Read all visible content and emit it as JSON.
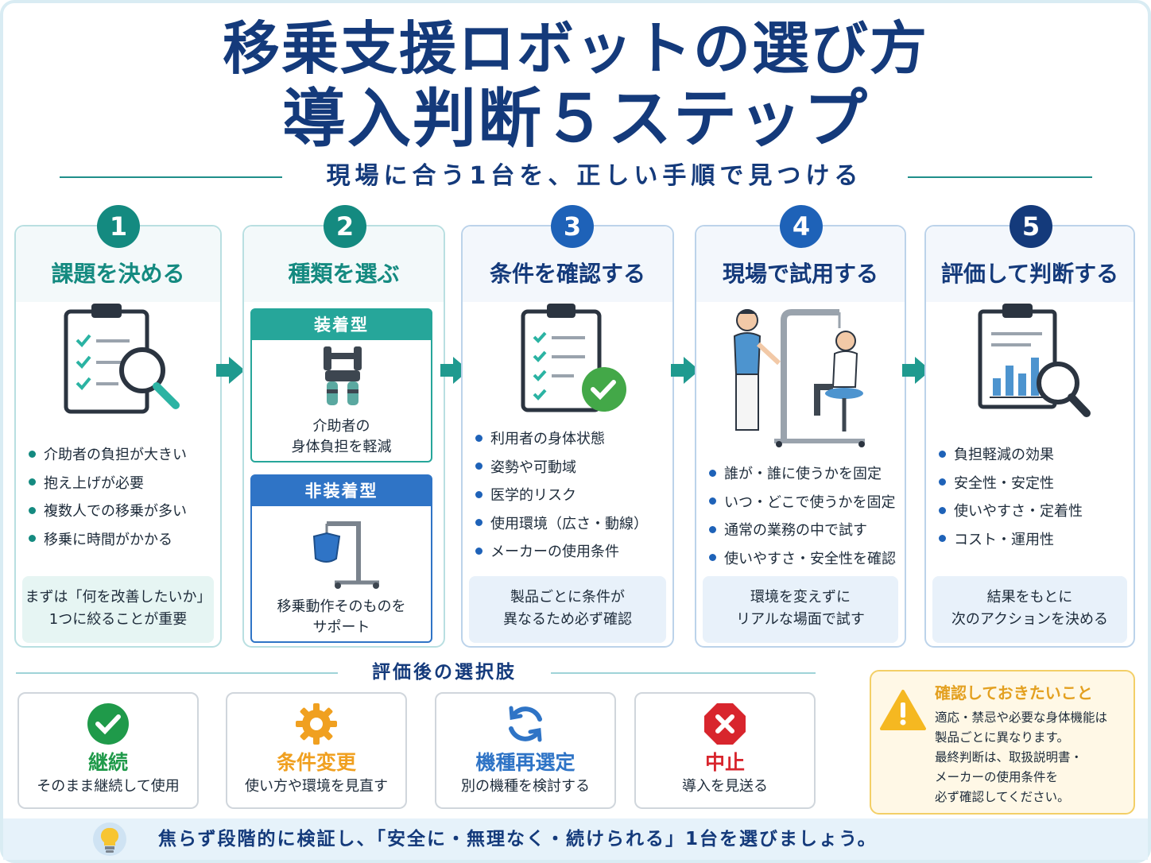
{
  "title": {
    "line1": "移乗支援ロボットの選び方",
    "line2": "導入判断５ステップ"
  },
  "subtitle": "現場に合う1台を、正しい手順で見つける",
  "steps": [
    {
      "number": "1",
      "title": "課題を決める",
      "icon": "clipboard-magnifier-icon",
      "bullets": [
        "介助者の負担が大きい",
        "抱え上げが必要",
        "複数人での移乗が多い",
        "移乗に時間がかかる"
      ],
      "note": [
        "まずは「何を改善したいか」",
        "1つに絞ることが重要"
      ]
    },
    {
      "number": "2",
      "title": "種類を選ぶ",
      "types": [
        {
          "label": "装着型",
          "icon": "wearable-suit-icon",
          "desc": [
            "介助者の",
            "身体負担を軽減"
          ]
        },
        {
          "label": "非装着型",
          "icon": "patient-lift-icon",
          "desc": [
            "移乗動作そのものを",
            "サポート"
          ]
        }
      ]
    },
    {
      "number": "3",
      "title": "条件を確認する",
      "icon": "clipboard-check-icon",
      "bullets": [
        "利用者の身体状態",
        "姿勢や可動域",
        "医学的リスク",
        "使用環境（広さ・動線）",
        "メーカーの使用条件"
      ],
      "note": [
        "製品ごとに条件が",
        "異なるため必ず確認"
      ]
    },
    {
      "number": "4",
      "title": "現場で試用する",
      "icon": "caregiver-lift-trial-icon",
      "bullets": [
        "誰が・誰に使うかを固定",
        "いつ・どこで使うかを固定",
        "通常の業務の中で試す",
        "使いやすさ・安全性を確認"
      ],
      "note": [
        "環境を変えずに",
        "リアルな場面で試す"
      ]
    },
    {
      "number": "5",
      "title": "評価して判断する",
      "icon": "report-chart-magnifier-icon",
      "bullets": [
        "負担軽減の効果",
        "安全性・安定性",
        "使いやすさ・定着性",
        "コスト・運用性"
      ],
      "note": [
        "結果をもとに",
        "次のアクションを決める"
      ]
    }
  ],
  "options_title": "評価後の選択肢",
  "options": [
    {
      "label": "継続",
      "sub": "そのまま継続して使用",
      "icon": "check-circle-icon",
      "color": "#1f9a4a"
    },
    {
      "label": "条件変更",
      "sub": "使い方や環境を見直す",
      "icon": "gear-icon",
      "color": "#f0a020"
    },
    {
      "label": "機種再選定",
      "sub": "別の機種を検討する",
      "icon": "refresh-icon",
      "color": "#2f74c6"
    },
    {
      "label": "中止",
      "sub": "導入を見送る",
      "icon": "stop-octagon-icon",
      "color": "#d8252d"
    }
  ],
  "warning": {
    "title": "確認しておきたいこと",
    "icon": "warning-triangle-icon",
    "lines": [
      "適応・禁忌や必要な身体機能は",
      "製品ごとに異なります。",
      "最終判断は、取扱説明書・",
      "メーカーの使用条件を",
      "必ず確認してください。"
    ]
  },
  "footer": {
    "icon": "lightbulb-icon",
    "text": "焦らず段階的に検証し、「安全に・無理なく・続けられる」1台を選びましょう。"
  },
  "colors": {
    "navy": "#143a7b",
    "teal": "#148a80",
    "blue": "#1e62b8"
  }
}
